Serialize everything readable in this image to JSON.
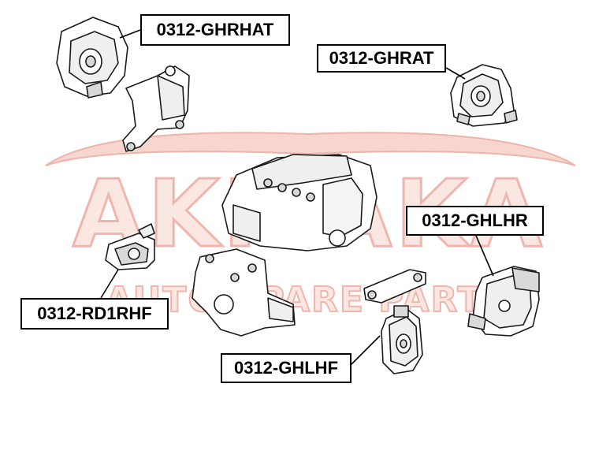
{
  "watermark": {
    "brand": "AKITAKA",
    "tagline": "AUTO SPARE PARTS",
    "color": "#f1b4aa"
  },
  "parts": [
    {
      "id": "ghrhat",
      "label": "0312-GHRHAT"
    },
    {
      "id": "ghrat",
      "label": "0312-GHRAT"
    },
    {
      "id": "ghlhr",
      "label": "0312-GHLHR"
    },
    {
      "id": "rd1rhf",
      "label": "0312-RD1RHF"
    },
    {
      "id": "ghlhf",
      "label": "0312-GHLHF"
    }
  ],
  "colors": {
    "line": "#1a1a1a",
    "part_fill": "#ffffff",
    "shade": "#d9d9d9"
  }
}
